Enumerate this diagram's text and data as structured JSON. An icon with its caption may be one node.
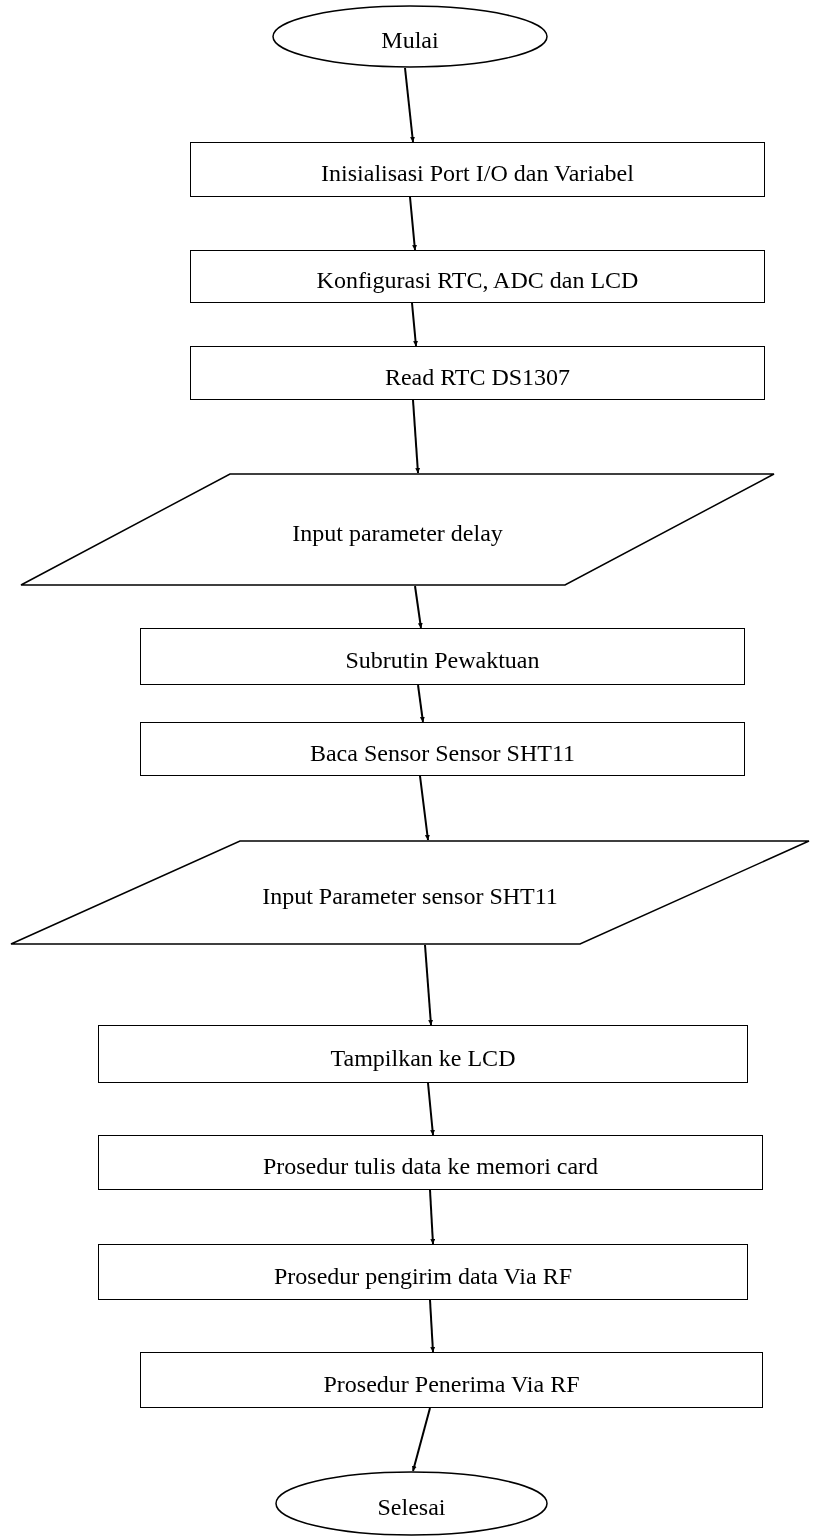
{
  "diagram": {
    "nodes": [
      {
        "text": [
          "Mulai"
        ]
      },
      {
        "text": [
          "Inisialisasi Port I/O dan Variabel"
        ]
      },
      {
        "text": [
          "Konfigurasi RTC, ADC dan LCD"
        ]
      },
      {
        "text": [
          "Read RTC DS1307"
        ]
      },
      {
        "text": [
          "Input parameter delay"
        ]
      },
      {
        "text": [
          "Subrutin Pewaktuan"
        ]
      },
      {
        "text": [
          "Baca Sensor Sensor SHT11"
        ]
      },
      {
        "text": [
          "Input Parameter sensor SHT11"
        ]
      },
      {
        "text": [
          "Tampilkan ke LCD"
        ]
      },
      {
        "text": [
          "Prosedur tulis data ke memori card"
        ]
      },
      {
        "text": [
          "Prosedur pengirim data Via RF"
        ]
      },
      {
        "text": [
          "Prosedur Penerima Via RF"
        ]
      },
      {
        "text": [
          "Selesai"
        ]
      }
    ],
    "edges": [
      {
        "from": 0,
        "to": 1,
        "arrow": "to"
      },
      {
        "from": 1,
        "to": 2,
        "arrow": "to"
      },
      {
        "from": 2,
        "to": 3,
        "arrow": "to"
      },
      {
        "from": 3,
        "to": 4,
        "arrow": "to"
      },
      {
        "from": 4,
        "to": 5,
        "arrow": "to"
      },
      {
        "from": 5,
        "to": 6,
        "arrow": "to"
      },
      {
        "from": 6,
        "to": 7,
        "arrow": "to"
      },
      {
        "from": 7,
        "to": 8,
        "arrow": "to"
      },
      {
        "from": 8,
        "to": 9,
        "arrow": "to"
      },
      {
        "from": 9,
        "to": 10,
        "arrow": "to"
      },
      {
        "from": 10,
        "to": 11,
        "arrow": "to"
      },
      {
        "from": 11,
        "to": 12,
        "arrow": "to"
      }
    ]
  }
}
